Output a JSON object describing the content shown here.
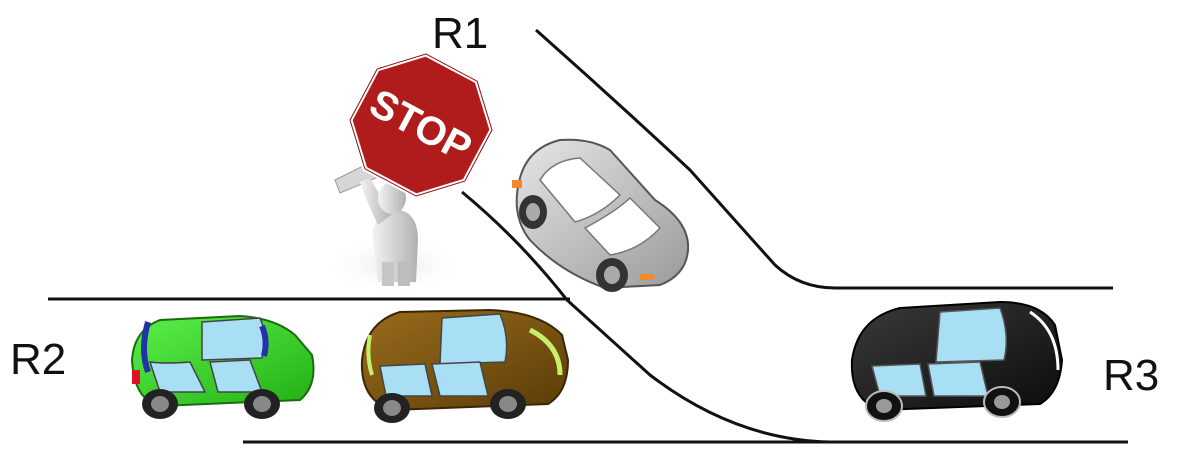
{
  "labels": {
    "road_1": "R1",
    "road_2": "R2",
    "road_3": "R3",
    "stop_sign": "STOP"
  },
  "colors": {
    "road_line": "#111111",
    "stop_sign": "#b01c1c",
    "car_gray": "#c8c8c8",
    "car_green": "#33dd22",
    "car_brown": "#7a5410",
    "car_black": "#1a1a1a",
    "window": "#a9dff5"
  },
  "elements": {
    "cars": [
      {
        "name": "gray-car",
        "road": "R1"
      },
      {
        "name": "green-car",
        "road": "R2"
      },
      {
        "name": "brown-car",
        "road": "R2"
      },
      {
        "name": "black-car",
        "road": "R3"
      }
    ],
    "figure": "person-holding-stop-sign-icon"
  }
}
